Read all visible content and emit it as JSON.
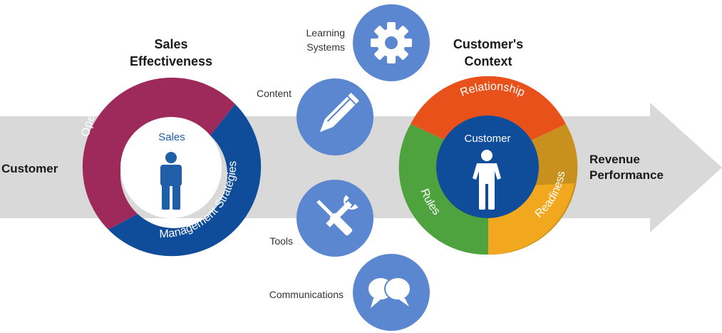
{
  "colors": {
    "arrow": "#d9d9d9",
    "operating": "#9e2a5b",
    "management": "#0f4c9a",
    "sales_inner_text": "#1f5fa8",
    "person_blue": "#1f5fa8",
    "relationship": "#e8521a",
    "readiness": "#c8901c",
    "readiness_light": "#f2a81e",
    "rules": "#4ea33f",
    "customer_core": "#0f4c9a",
    "tool_circle": "#5b87d1",
    "text_dark": "#1a1a1a",
    "text_gray": "#333333"
  },
  "labels": {
    "customer_left": "Customer",
    "sales_effectiveness_line1": "Sales",
    "sales_effectiveness_line2": "Effectiveness",
    "operating_strategies": "Operating Strategies",
    "management_strategies": "Management Strategies",
    "sales_center": "Sales",
    "customers_context_line1": "Customer's",
    "customers_context_line2": "Context",
    "relationship": "Relationship",
    "readiness": "Readiness",
    "rules": "Rules",
    "customer_center": "Customer",
    "revenue_line1": "Revenue",
    "revenue_line2": "Performance"
  },
  "tools": [
    {
      "name": "learning-systems",
      "label_line1": "Learning",
      "label_line2": "Systems",
      "icon": "gear-icon"
    },
    {
      "name": "content",
      "label_line1": "Content",
      "label_line2": "",
      "icon": "pencil-icon"
    },
    {
      "name": "tools",
      "label_line1": "Tools",
      "label_line2": "",
      "icon": "wrench-screwdriver-icon"
    },
    {
      "name": "communications",
      "label_line1": "Communications",
      "label_line2": "",
      "icon": "speech-bubbles-icon"
    }
  ]
}
